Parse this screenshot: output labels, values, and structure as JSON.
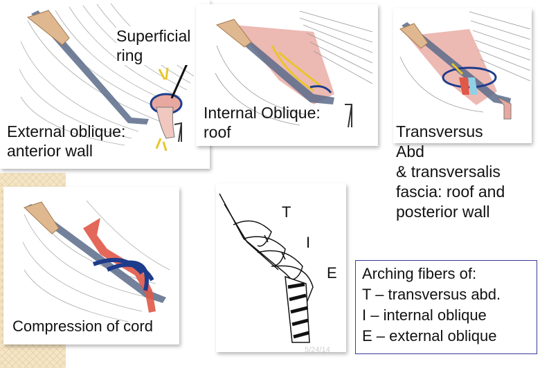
{
  "panels": {
    "external": {
      "label_lines": [
        "External oblique:",
        "anterior wall"
      ]
    },
    "superficial": {
      "label_lines": [
        "Superficial",
        "ring"
      ]
    },
    "internal": {
      "label_lines": [
        "Internal Oblique:",
        "roof"
      ]
    },
    "transversus": {
      "label_lines": [
        "Transversus",
        "Abd",
        "& transversalis",
        "fascia: roof and",
        "posterior wall"
      ]
    },
    "compression": {
      "label": "Compression of cord"
    },
    "tie": {
      "letters": [
        "T",
        "I",
        "E"
      ]
    }
  },
  "legend": {
    "lines": [
      "Arching fibers of:",
      "T – transversus abd.",
      "I – internal oblique",
      "E – external oblique"
    ]
  },
  "footer": {
    "date": "5/24/14"
  },
  "colors": {
    "muscle": "#e8a8a0",
    "fascia_band": "#5a6b8a",
    "cord_blue": "#1e3c8c",
    "nerve_yellow": "#e8c62a",
    "cord_red": "#e05848",
    "tendon": "#e0b890",
    "legend_border": "#3a3a9a"
  }
}
